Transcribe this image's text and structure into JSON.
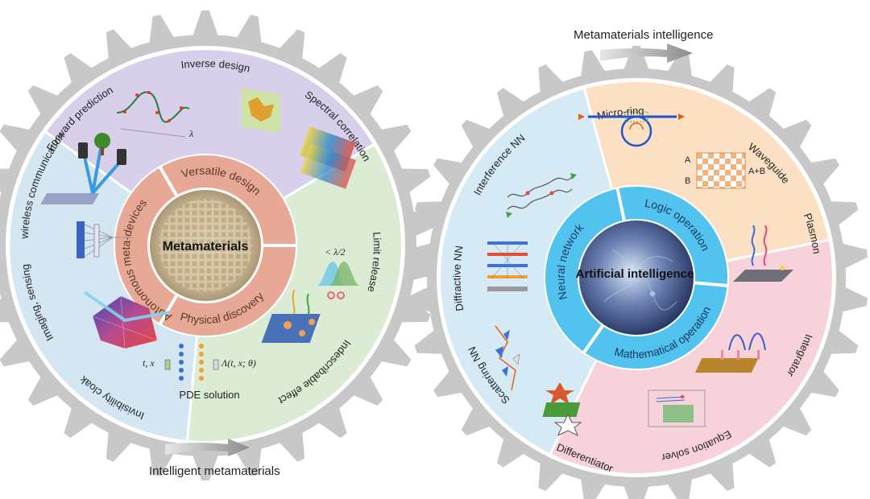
{
  "captions": {
    "top_right": "Metamaterials intelligence",
    "bottom_left": "Intelligent metamaterials"
  },
  "left_gear": {
    "center": "Metamaterials",
    "inner_ring": {
      "versatile": "Versatile design",
      "autonomous": "Autonomous meta-devices",
      "physical": "Physical discovery"
    },
    "outer": {
      "forward": "Forward prediction",
      "inverse": "Inverse design",
      "spectral": "Spectral correlation",
      "wireless": "wireless communication",
      "imaging": "Imaging, sensing",
      "cloak": "Invisibility cloak",
      "limit": "Limit release",
      "indescribable": "Indescribable effect",
      "pde": "PDE solution"
    },
    "symbols": {
      "lambda": "λ",
      "lambda_half": "< λ/2",
      "pde_input": "t, x",
      "pde_output": "Λ(t, x; θ)"
    }
  },
  "right_gear": {
    "center": "Artificial intelligence",
    "inner_ring": {
      "logic": "Logic operation",
      "neural": "Neural network",
      "math": "Mathematical operation"
    },
    "outer": {
      "micro_ring": "Micro-ring",
      "waveguide": "Waveguide",
      "plasmon": "Plasmon",
      "integrator": "Integrator",
      "equation": "Equation solver",
      "differentiator": "Differentiator",
      "scattering": "Scattering NN",
      "diffractive": "Diffractive NN",
      "interference": "Interference NN"
    },
    "symbols": {
      "a": "A",
      "b": "B",
      "a_plus_b": "A+B"
    }
  },
  "colors": {
    "gear": "#c8c8c8",
    "left_inner_ring": "#e8a896",
    "right_inner_ring": "#52c3ee",
    "left_sector_purple": "#d8d0ea",
    "left_sector_green": "#dcebd4",
    "left_sector_blue": "#d4e6f1",
    "right_sector_orange": "#fbe0c4",
    "right_sector_blue": "#d6eaf6",
    "right_sector_pink": "#f7d2da"
  }
}
